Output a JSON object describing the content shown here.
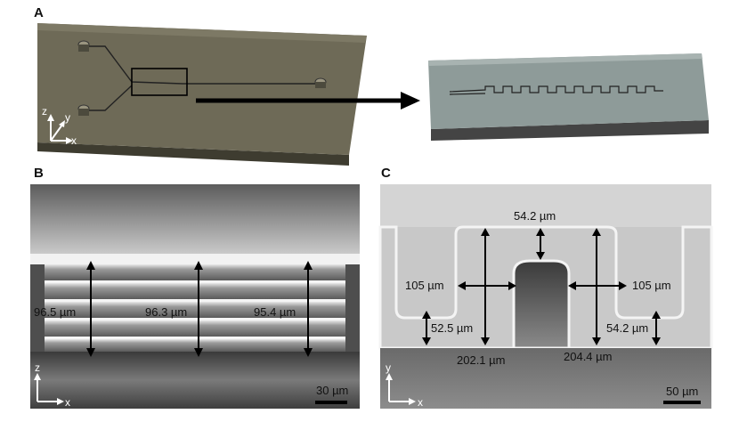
{
  "panels": {
    "a": {
      "letter": "A",
      "axis_labels": {
        "z": "z",
        "y": "y",
        "x": "x"
      }
    },
    "b": {
      "letter": "B",
      "measurements": [
        "96.5 µm",
        "96.3 µm",
        "95.4 µm"
      ],
      "axis_labels": {
        "z": "z",
        "x": "x"
      },
      "scale_bar": "30 µm"
    },
    "c": {
      "letter": "C",
      "measurements": {
        "top_gap": "54.2 µm",
        "left_width": "105 µm",
        "right_width": "105 µm",
        "left_lower": "52.5 µm",
        "right_lower": "54.2 µm",
        "left_height": "202.1 µm",
        "right_height": "204.4 µm"
      },
      "axis_labels": {
        "y": "y",
        "x": "x"
      },
      "scale_bar": "50 µm"
    }
  },
  "colors": {
    "chip_a_top": "#6f6a58",
    "chip_a_side": "#4a4838",
    "chip_zoom_top": "#8f9c9a",
    "sem_light": "#d2d2d2",
    "sem_dark": "#4b4b4b"
  }
}
